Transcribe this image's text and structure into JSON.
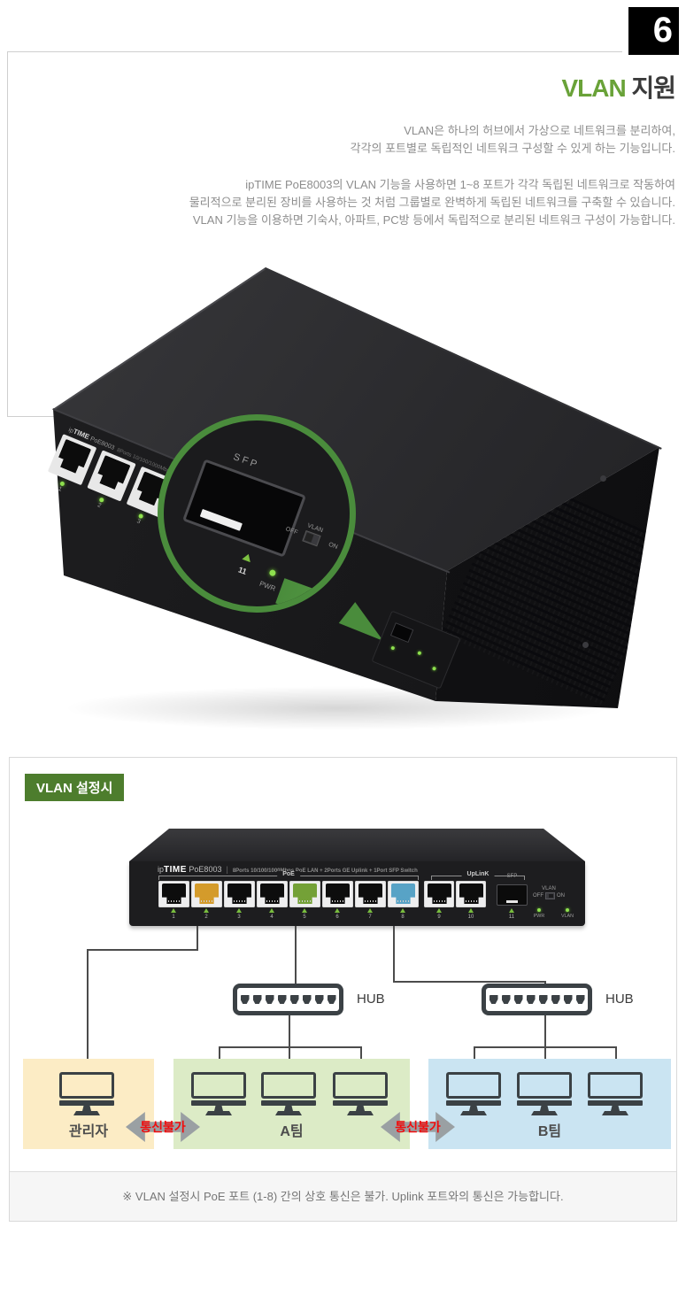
{
  "header": {
    "section_number": "6",
    "title_highlight": "VLAN",
    "title_rest": " 지원",
    "intro_line1": "VLAN은 하나의 허브에서 가상으로 네트워크를 분리하여,",
    "intro_line2": "각각의 포트별로 독립적인 네트워크 구성할 수 있게 하는 기능입니다.",
    "desc_line1": "ipTIME PoE8003의 VLAN 기능을 사용하면 1~8 포트가 각각 독립된 네트워크로 작동하여",
    "desc_line2": "물리적으로 분리된 장비를 사용하는 것 처럼 그룹별로 완벽하게 독립된 네트워크를 구축할 수 있습니다.",
    "desc_line3": "VLAN 기능을 이용하면 기숙사, 아파트, PC방 등에서 독립적으로 분리된 네트워크 구성이 가능합니다."
  },
  "photo": {
    "brand_ip": "ip",
    "brand_time": "TIME",
    "model": "PoE8003",
    "panel": {
      "sfp": "SFP",
      "port11": "11",
      "off": "OFF",
      "vlan": "VLAN",
      "on": "ON",
      "pwr": "PWR",
      "vlan_led": "VLAN"
    }
  },
  "diagram": {
    "badge": "VLAN 설정시",
    "switch": {
      "brand_ip": "ip",
      "brand_time": "TIME",
      "model": "PoE8003",
      "spec": "8Ports 10/100/1000Mbps PoE LAN + 2Ports GE Uplink + 1Port SFP  Switch",
      "poe_label": "PoE",
      "uplink_label": "UpLinK",
      "sfp_label": "SFP",
      "vlan_label": "VLAN",
      "off_label": "OFF",
      "on_label": "ON",
      "pwr_label": "PWR",
      "vlan_led_label": "VLAN",
      "port_numbers": [
        "1",
        "2",
        "3",
        "4",
        "5",
        "6",
        "7",
        "8"
      ],
      "uplink_numbers": [
        "9",
        "10"
      ],
      "sfp_number": "11",
      "port_colors": {
        "port2": "#d49b2b",
        "port5": "#74a137",
        "port8": "#58a3c6"
      }
    },
    "hub1_label": "HUB",
    "hub2_label": "HUB",
    "groups": [
      {
        "name": "관리자",
        "bg": "#fcecc5"
      },
      {
        "name": "A팀",
        "bg": "#dcebc6"
      },
      {
        "name": "B팀",
        "bg": "#cae4f2"
      }
    ],
    "blocked1": "통신불가",
    "blocked2": "통신불가",
    "note": "※ VLAN 설정시 PoE 포트 (1-8) 간의 상호 통신은 불가. Uplink 포트와의 통신은 가능합니다."
  },
  "colors": {
    "accent_green": "#69a238",
    "badge_green": "#4d7d2d",
    "circle_green": "#4a8c3c",
    "blocked_red": "#f10b0b",
    "group_yellow": "#fcecc5",
    "group_green": "#dcebc6",
    "group_blue": "#cae4f2"
  }
}
